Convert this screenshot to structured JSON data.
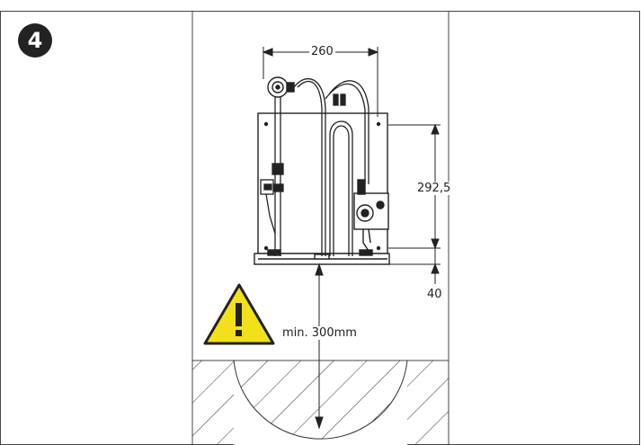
{
  "step": {
    "number": "4"
  },
  "dimensions": {
    "width": "260",
    "height": "292,5",
    "bottom_gap": "40",
    "min_clearance": "min. 300mm"
  },
  "colors": {
    "line": "#222222",
    "warning_fill": "#f2e01b",
    "warning_stroke": "#222222",
    "panel_border": "#444444"
  },
  "icons": {
    "warning": "warning-triangle-icon"
  }
}
